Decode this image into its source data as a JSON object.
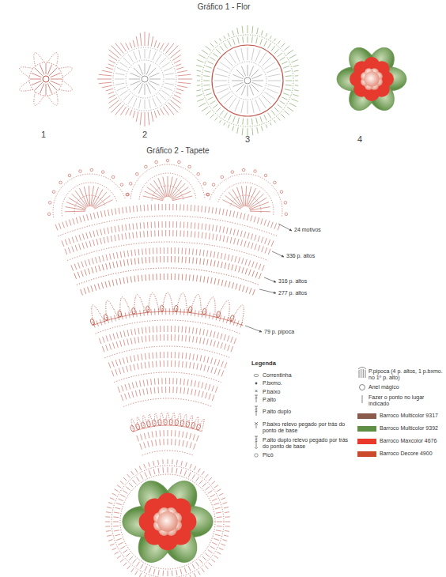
{
  "diagram": {
    "title": "Gráfico 1 - Flor",
    "labels": [
      "1",
      "2",
      "3",
      "4",
      "Gráfico 2 - Tapete",
      "24 motivos",
      "336 p. altos",
      "316 p. altos",
      "277 p. altos",
      "79 p. pipoca",
      "Legenda"
    ],
    "legend": [
      {
        "text": "Correntinha"
      },
      {
        "text": "P.bxmo."
      },
      {
        "text": "P.baixo"
      },
      {
        "text": "P.alto"
      },
      {
        "text": "P.alto duplo"
      },
      {
        "text": "P.baixo relevo pegado por trás do ponto de base"
      },
      {
        "text": "P.alto duplo relevo pegado por trás do ponto de base"
      },
      {
        "text": "Picô"
      },
      {
        "text": "P.pipoca (4 p. altos, 1 p.bxmo. no 1º p. alto)"
      },
      {
        "text": "Anel mágico"
      },
      {
        "text": "Fazer o ponto no lugar indicado"
      },
      {
        "text": "Barroco Multicolor 9317",
        "color": "#8a5a4c"
      },
      {
        "text": "Barroco Multicolor 9392",
        "color": "#5f8f45"
      },
      {
        "text": "Barroco Maxcolor 4676",
        "color": "#e8392b"
      },
      {
        "text": "Barroco Decore 4900",
        "color": "#cc4a2c"
      }
    ]
  }
}
